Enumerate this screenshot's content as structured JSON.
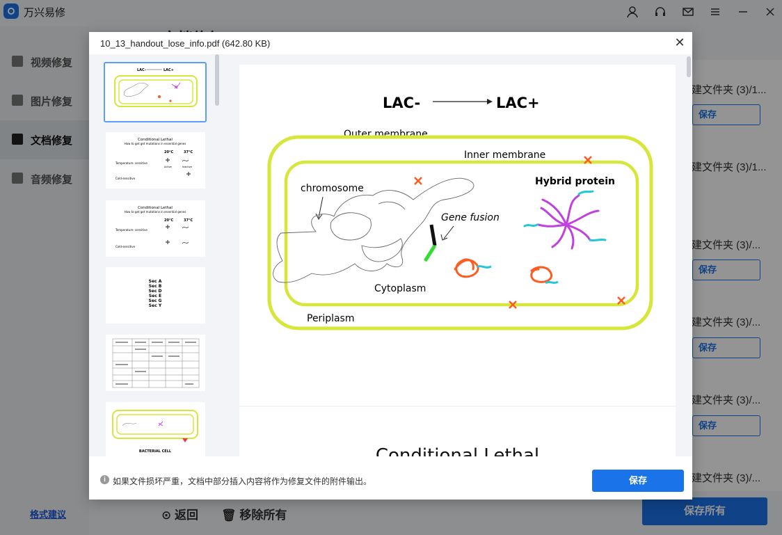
{
  "app": {
    "name": "万兴易修",
    "main_title": "文档修复",
    "window_controls": [
      "user-icon",
      "headset-icon",
      "mail-icon",
      "menu-icon",
      "minimize-icon",
      "close-icon"
    ]
  },
  "sidebar": {
    "items": [
      {
        "label": "视频修复",
        "icon": "video-icon"
      },
      {
        "label": "图片修复",
        "icon": "image-icon"
      },
      {
        "label": "文档修复",
        "icon": "document-icon",
        "active": true
      },
      {
        "label": "音频修复",
        "icon": "audio-icon"
      }
    ],
    "format_link": "格式建议"
  },
  "file_rows": [
    {
      "name": "建文件夹 (3)/1...",
      "save": "保存"
    },
    {
      "name": "建文件夹 (3)/1...",
      "save": ""
    },
    {
      "name": "建文件夹 (3)/...",
      "save": "保存"
    },
    {
      "name": "建文件夹 (3)/...",
      "save": "保存"
    },
    {
      "name": "建文件夹 (3)/...",
      "save": "保存"
    },
    {
      "name": "建文件夹 (3)/...",
      "save": ""
    }
  ],
  "bottom_bar": {
    "back": "返回",
    "remove_all": "移除所有",
    "save_all": "保存所有"
  },
  "modal": {
    "title": "10_13_handout_lose_info.pdf (642.80  KB)",
    "close_icon": "close-icon",
    "footer_note": "如果文件损坏严重，文档中部分插入内容将作为修复文件的附件输出。",
    "save_button": "保存",
    "page1": {
      "lac_minus": "LAC-",
      "lac_plus": "LAC+",
      "outer_membrane": "Outer membrane",
      "inner_membrane": "Inner membrane",
      "chromosome": "chromosome",
      "gene_fusion": "Gene fusion",
      "hybrid_protein": "Hybrid protein",
      "cytoplasm": "Cytoplasm",
      "periplasm": "Periplasm"
    },
    "page2_title": "Conditional Lethal",
    "thumbnails": {
      "t2_title": "Conditional Lethal",
      "t2_sub": "How to get get mutations in essential genes",
      "t2_temp1": "20°C",
      "t2_temp2": "37°C",
      "t2_row1": "Temperature- sensitive",
      "t2_row2": "Cold-sensitive",
      "t2_active": "Active",
      "t2_inactive": "Inactive",
      "t3_title": "Conditional Lethal",
      "t3_sub": "How to get get mutations in essential genes",
      "t4_lines": [
        "Sec A",
        "Sec B",
        "Sec D",
        "Sec E",
        "Sec G",
        "Sec Y"
      ],
      "t6_label": "BACTERIAL CELL"
    }
  },
  "colors": {
    "accent": "#1a73e8",
    "membrane": "#d6e63a",
    "marker_orange": "#ff5a1f",
    "purple": "#c040e0",
    "cyan": "#22c8d8"
  }
}
